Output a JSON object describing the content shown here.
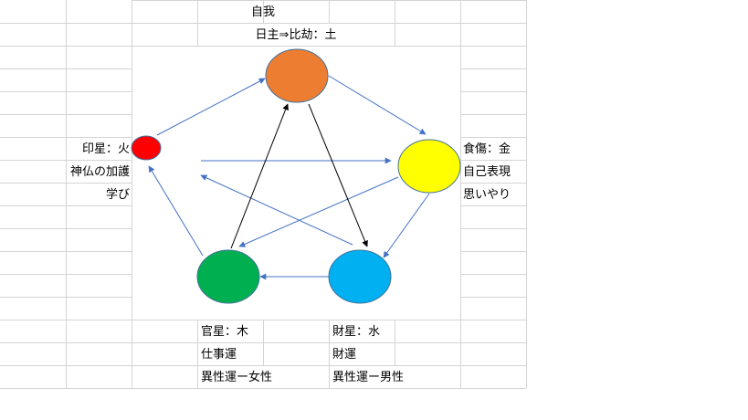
{
  "sheet": {
    "cells": {
      "jiga": "自我",
      "nisshu": "日主⇒比劫：土",
      "insei": "印星：火",
      "shinbutsu": "神仏の加護",
      "manabi": "学び",
      "shokushou": "食傷：金",
      "jiko_hyougen": "自己表現",
      "omoiyari": "思いやり",
      "kansei": "官星：木",
      "shigoto_un": "仕事運",
      "isei_un_josei": "異性運ー女性",
      "zaisei": "財星：水",
      "zaiun": "財運",
      "isei_un_dansei": "異性運ー男性"
    }
  },
  "diagram": {
    "colors": {
      "earth": "#ED7D31",
      "fire": "#FF0000",
      "metal": "#FFFF00",
      "wood": "#00B050",
      "water": "#00B0F0",
      "cycle_arrow": "#4472C4",
      "control_arrow": "#000000",
      "grid": "#D4D4D4"
    }
  }
}
